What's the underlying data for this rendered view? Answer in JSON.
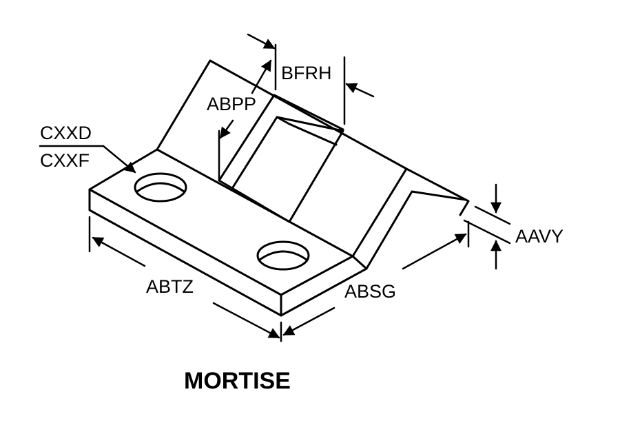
{
  "title": "MORTISE",
  "labels": {
    "bfrh": "BFRH",
    "abpp": "ABPP",
    "cxxd": "CXXD",
    "cxxf": "CXXF",
    "aavy": "AAVY",
    "abtz": "ABTZ",
    "absg": "ABSG"
  },
  "colors": {
    "line": "#000000",
    "background": "#ffffff"
  }
}
